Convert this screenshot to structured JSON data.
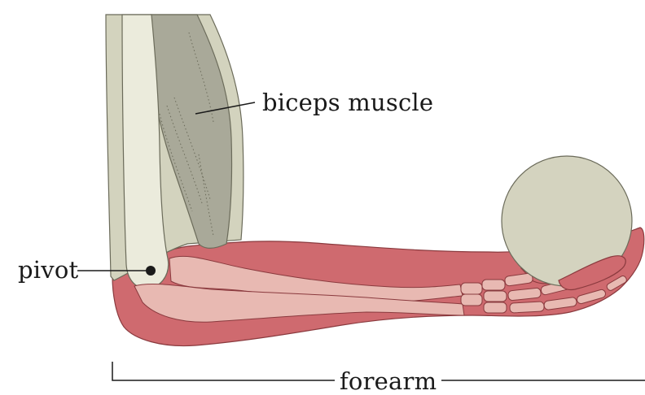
{
  "labels": {
    "biceps": "biceps muscle",
    "pivot": "pivot",
    "forearm": "forearm"
  },
  "colors": {
    "upper_arm": "#d3d3be",
    "humerus": "#ebebdc",
    "biceps": "#a9a999",
    "flesh": "#cf6a6f",
    "bone": "#e8b9b2",
    "ball": "#d4d3bf",
    "outline": "#6b6b5a",
    "line": "#1a1a1a"
  }
}
